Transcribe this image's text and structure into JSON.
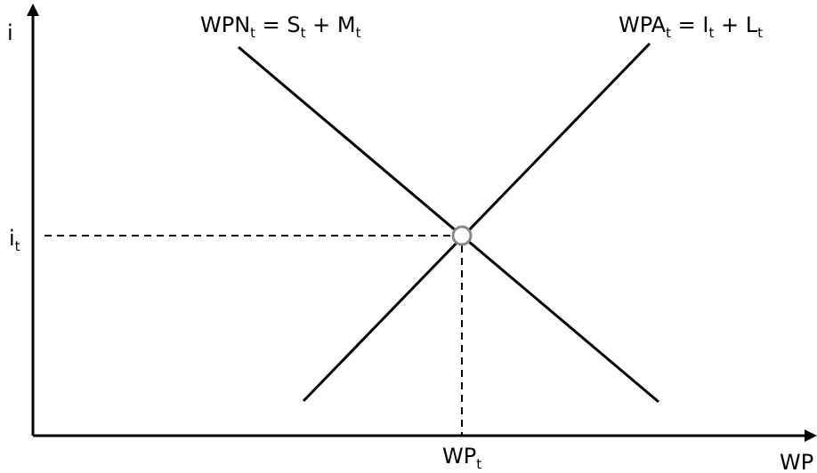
{
  "colors": {
    "line": "#000000",
    "equilibrium_marker_stroke": "#888888",
    "equilibrium_marker_fill": "#ffffff"
  },
  "axes": {
    "y_label": "i",
    "x_label": "WP"
  },
  "curves": {
    "demand": {
      "label_main": "WPN",
      "label_sub": "t",
      "label_rest": " = S",
      "label_sub2": "t",
      "label_rest2": " + M",
      "label_sub3": "t"
    },
    "supply": {
      "label_main": "WPA",
      "label_sub": "t",
      "label_rest": " = I",
      "label_sub2": "t",
      "label_rest2": " + L",
      "label_sub3": "t"
    }
  },
  "equilibrium": {
    "y_label_main": "i",
    "y_label_sub": "t",
    "x_label_main": "WP",
    "x_label_sub": "t"
  }
}
